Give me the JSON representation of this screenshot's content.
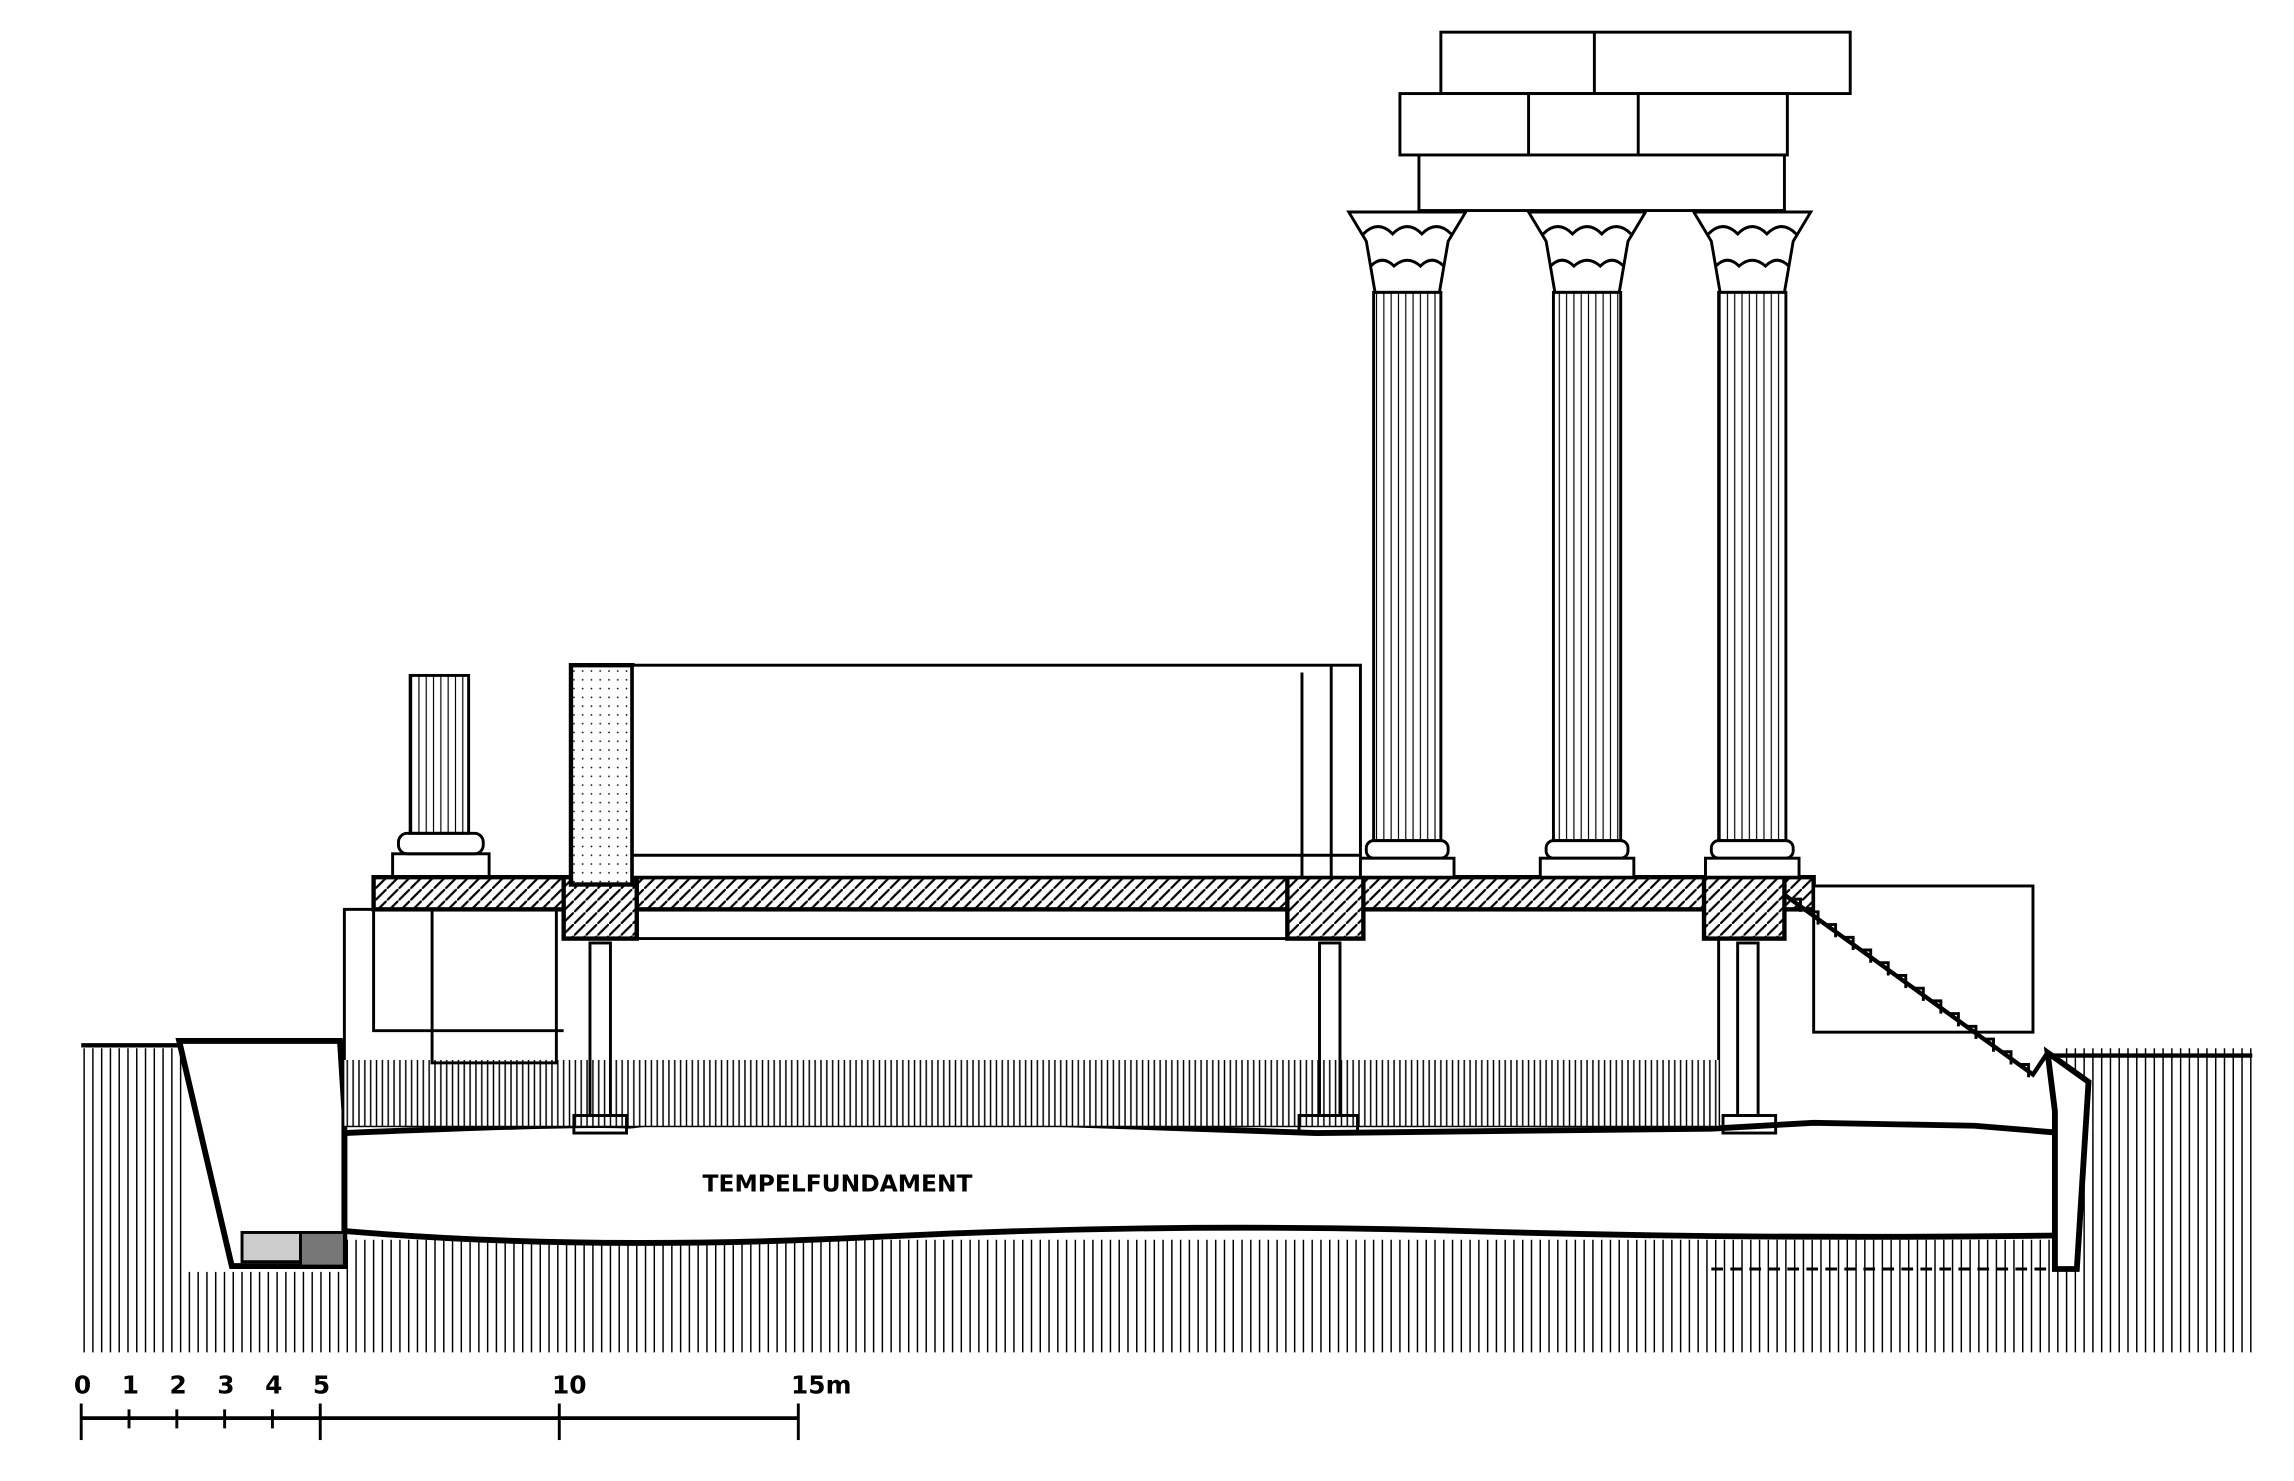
{
  "labels": {
    "foundation": "TEMPELFUNDAMENT"
  },
  "scale_bar": {
    "ticks": [
      "0",
      "1",
      "2",
      "3",
      "4",
      "5",
      "10",
      "15m"
    ],
    "values_m": [
      0,
      1,
      2,
      3,
      4,
      5,
      10,
      15
    ]
  },
  "colors": {
    "ink": "#000000",
    "paper": "#ffffff"
  }
}
